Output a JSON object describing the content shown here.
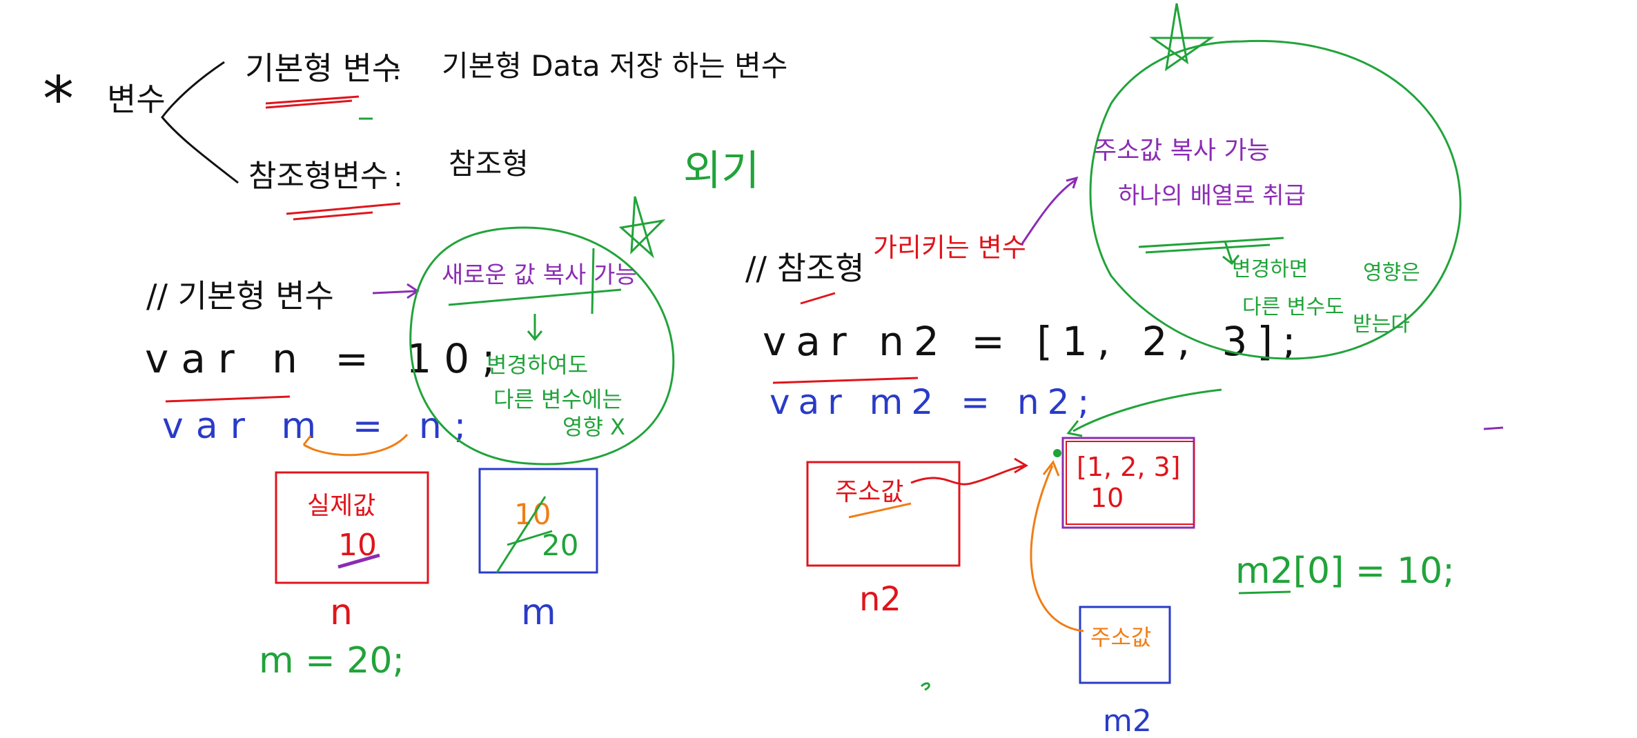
{
  "title_note": {
    "star": "*",
    "variable": "변수",
    "primitive_var": "기본형 변수",
    "primitive_desc": "기본형 Data 저장 하는 변수",
    "reference_var": "참조형변수",
    "reference_desc": "참조형",
    "memorize": "외기"
  },
  "left_section": {
    "comment": "// 기본형 변수",
    "line1": "var n = 10;",
    "line2": "var m = n;",
    "circle_note_1": "새로운 값 복사 가능",
    "circle_note_2": "변경하여도",
    "circle_note_3": "다른 변수에는",
    "circle_note_4": "영향 X",
    "box_n_label": "실제값",
    "box_n_value": "10",
    "box_n_name": "n",
    "box_m_old": "10",
    "box_m_new": "20",
    "box_m_name": "m",
    "assign": "m = 20;"
  },
  "right_section": {
    "comment": "// 참조형",
    "pointer_note": "가리키는 변수",
    "line1": "var n2 = [1, 2, 3];",
    "line2": "var m2 = n2;",
    "circle_note_1": "주소값 복사 가능",
    "circle_note_2": "하나의 배열로 취급",
    "circle_note_3": "변경하면",
    "circle_note_4": "다른 변수도",
    "circle_note_5": "영향은",
    "circle_note_6": "받는다",
    "addr_box_label": "주소값",
    "addr_box_name": "n2",
    "array_box_value": "[1, 2, 3]",
    "array_box_changed": "10",
    "m2_box_label": "주소값",
    "m2_box_name": "m2",
    "assign": "m2[0] = 10;"
  },
  "colors": {
    "ink": "#111111",
    "red": "#e0141b",
    "purple": "#8b2cb4",
    "green": "#21a33a",
    "blue": "#2a3bc8",
    "orange": "#f07d14"
  }
}
